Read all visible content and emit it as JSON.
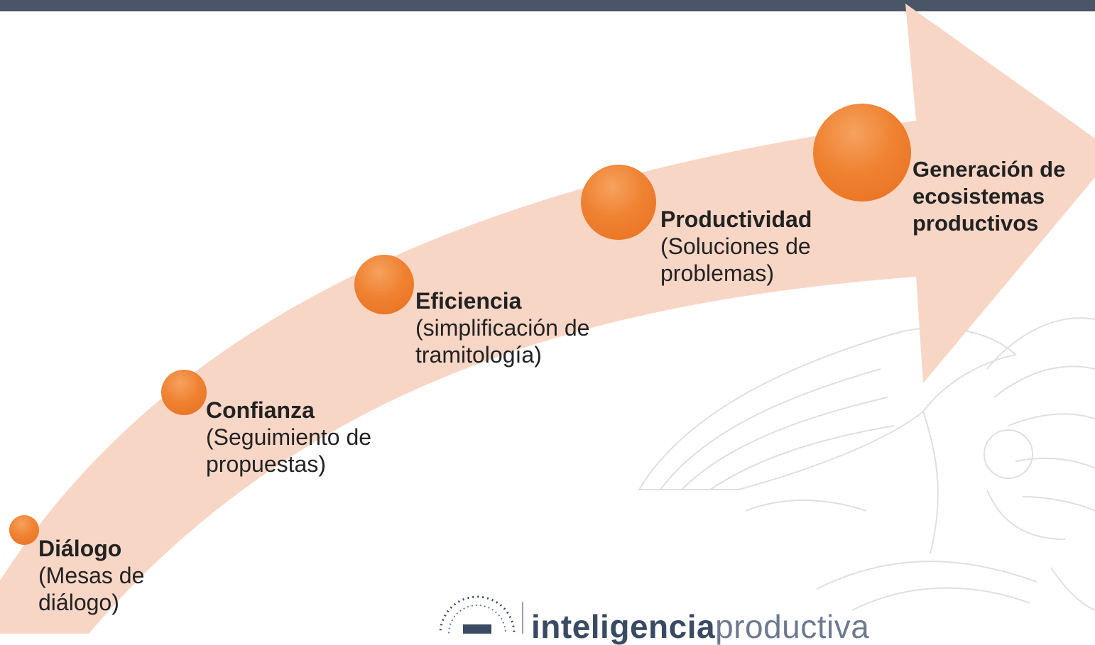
{
  "stages": [
    {
      "title": "Diálogo",
      "desc": "(Mesas de diálogo)"
    },
    {
      "title": "Confianza",
      "desc": "(Seguimiento de propuestas)"
    },
    {
      "title": "Eficiencia",
      "desc": "(simplificación de tramitología)"
    },
    {
      "title": "Productividad",
      "desc": "(Soluciones de problemas)"
    },
    {
      "title": "Generación de ecosistemas productivos",
      "desc": ""
    }
  ],
  "logo": {
    "bold": "inteligencia",
    "light": "productiva"
  },
  "colors": {
    "top_bar": "#4b5568",
    "arrow": "#f8d6c6",
    "node": "#ef8232",
    "watermark": "#d9d9d9"
  },
  "icons": {
    "logo_mark": "dotted-circle-icon",
    "watermark": "eagle-seal-icon"
  }
}
